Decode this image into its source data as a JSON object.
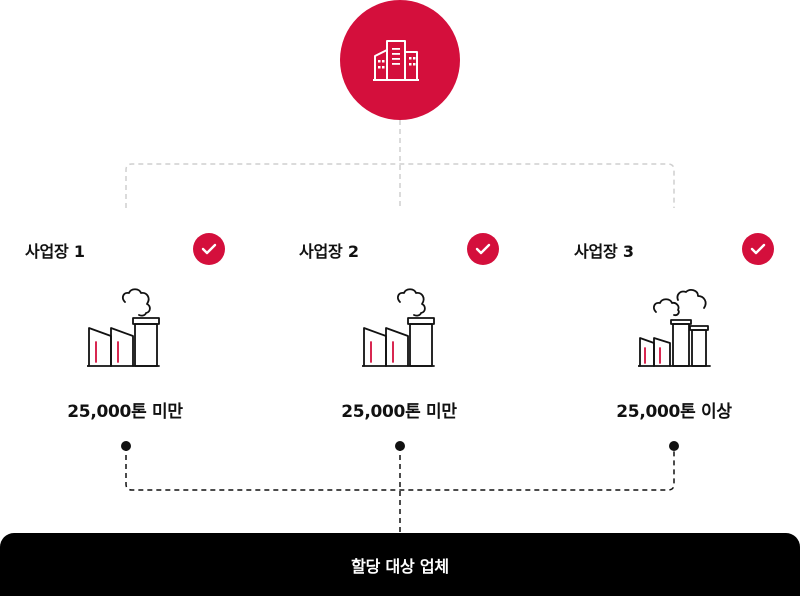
{
  "headquarters": {
    "icon": "office-building-icon",
    "color": "#d40f3c"
  },
  "sites": [
    {
      "title": "사업장 1",
      "tonnage": "25,000톤 미만",
      "checked": true,
      "icon": "factory-icon"
    },
    {
      "title": "사업장 2",
      "tonnage": "25,000톤 미만",
      "checked": true,
      "icon": "factory-icon"
    },
    {
      "title": "사업장 3",
      "tonnage": "25,000톤 이상",
      "checked": true,
      "icon": "large-factory-icon"
    }
  ],
  "target": {
    "label": "할당 대상 업체"
  },
  "colors": {
    "accent": "#d40f3c",
    "bar": "#000000",
    "connector": "#cccccc",
    "line": "#111111"
  }
}
